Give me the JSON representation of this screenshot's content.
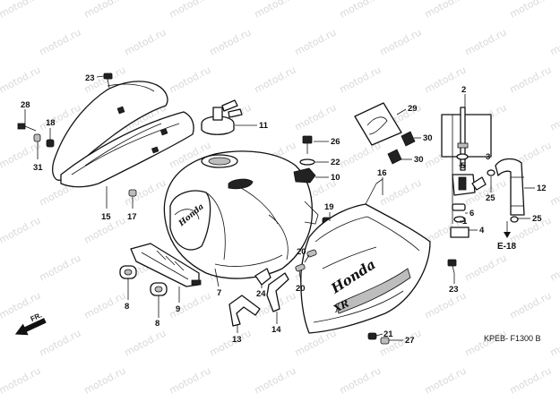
{
  "watermark": {
    "text": "motod.ru"
  },
  "diagram_code": "KPEB- F1300 B",
  "reference_code": "E-18",
  "front_marker": "FR.",
  "tank_badge": "Honda",
  "cover_logo": "Honda",
  "cover_model_text": "XR",
  "callouts": [
    {
      "id": "c23a",
      "label": "23"
    },
    {
      "id": "c11",
      "label": "11"
    },
    {
      "id": "c28",
      "label": "28"
    },
    {
      "id": "c18",
      "label": "18"
    },
    {
      "id": "c31",
      "label": "31"
    },
    {
      "id": "c15",
      "label": "15"
    },
    {
      "id": "c17",
      "label": "17"
    },
    {
      "id": "c26",
      "label": "26"
    },
    {
      "id": "c22",
      "label": "22"
    },
    {
      "id": "c10",
      "label": "10"
    },
    {
      "id": "c19",
      "label": "19"
    },
    {
      "id": "c16",
      "label": "16"
    },
    {
      "id": "c29",
      "label": "29"
    },
    {
      "id": "c30a",
      "label": "30"
    },
    {
      "id": "c30b",
      "label": "30"
    },
    {
      "id": "c2",
      "label": "2"
    },
    {
      "id": "c3",
      "label": "3"
    },
    {
      "id": "c5",
      "label": "5"
    },
    {
      "id": "c25a",
      "label": "25"
    },
    {
      "id": "c12",
      "label": "12"
    },
    {
      "id": "c6",
      "label": "6"
    },
    {
      "id": "c1",
      "label": "1"
    },
    {
      "id": "c4",
      "label": "4"
    },
    {
      "id": "c25b",
      "label": "25"
    },
    {
      "id": "c23b",
      "label": "23"
    },
    {
      "id": "c20a",
      "label": "20"
    },
    {
      "id": "c20b",
      "label": "20"
    },
    {
      "id": "c24",
      "label": "24"
    },
    {
      "id": "c9",
      "label": "9"
    },
    {
      "id": "c8a",
      "label": "8"
    },
    {
      "id": "c8b",
      "label": "8"
    },
    {
      "id": "c7",
      "label": "7"
    },
    {
      "id": "c13",
      "label": "13"
    },
    {
      "id": "c14",
      "label": "14"
    },
    {
      "id": "c21",
      "label": "21"
    },
    {
      "id": "c27",
      "label": "27"
    }
  ]
}
